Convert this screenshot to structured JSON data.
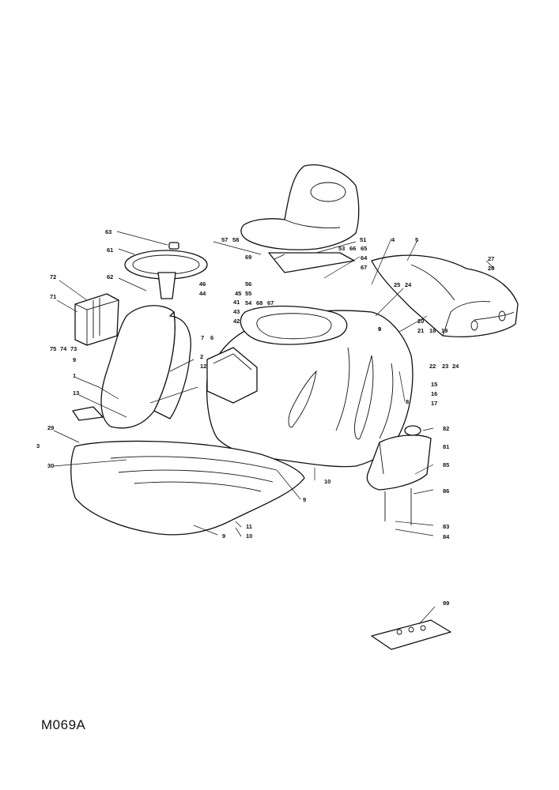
{
  "drawing_code": "M069A",
  "callouts": [
    {
      "id": "c63",
      "text": "63"
    },
    {
      "id": "c61",
      "text": "61"
    },
    {
      "id": "c62",
      "text": "62"
    },
    {
      "id": "c72",
      "text": "72"
    },
    {
      "id": "c71",
      "text": "71"
    },
    {
      "id": "c75",
      "text": "75"
    },
    {
      "id": "c74",
      "text": "74"
    },
    {
      "id": "c73",
      "text": "73"
    },
    {
      "id": "c9a",
      "text": "9"
    },
    {
      "id": "c1",
      "text": "1"
    },
    {
      "id": "c13",
      "text": "13"
    },
    {
      "id": "c29",
      "text": "29"
    },
    {
      "id": "c3",
      "text": "3"
    },
    {
      "id": "c30",
      "text": "30"
    },
    {
      "id": "c57",
      "text": "57"
    },
    {
      "id": "c58",
      "text": "58"
    },
    {
      "id": "c51",
      "text": "51"
    },
    {
      "id": "c53",
      "text": "53"
    },
    {
      "id": "c66",
      "text": "66"
    },
    {
      "id": "c65",
      "text": "65"
    },
    {
      "id": "c64",
      "text": "64"
    },
    {
      "id": "c67a",
      "text": "67"
    },
    {
      "id": "c69",
      "text": "69"
    },
    {
      "id": "c56",
      "text": "56"
    },
    {
      "id": "c55",
      "text": "55"
    },
    {
      "id": "c54",
      "text": "54"
    },
    {
      "id": "c68",
      "text": "68"
    },
    {
      "id": "c67b",
      "text": "67"
    },
    {
      "id": "c46",
      "text": "46"
    },
    {
      "id": "c44",
      "text": "44"
    },
    {
      "id": "c45",
      "text": "45"
    },
    {
      "id": "c41",
      "text": "41"
    },
    {
      "id": "c43",
      "text": "43"
    },
    {
      "id": "c42",
      "text": "42"
    },
    {
      "id": "c7",
      "text": "7"
    },
    {
      "id": "c6",
      "text": "6"
    },
    {
      "id": "c2",
      "text": "2"
    },
    {
      "id": "c12",
      "text": "12"
    },
    {
      "id": "c9b",
      "text": "9"
    },
    {
      "id": "c4",
      "text": "4"
    },
    {
      "id": "c5",
      "text": "5"
    },
    {
      "id": "c27",
      "text": "27"
    },
    {
      "id": "c28",
      "text": "28"
    },
    {
      "id": "c25",
      "text": "25"
    },
    {
      "id": "c24a",
      "text": "24"
    },
    {
      "id": "c9c",
      "text": "9"
    },
    {
      "id": "c20",
      "text": "20"
    },
    {
      "id": "c21",
      "text": "21"
    },
    {
      "id": "c18",
      "text": "18"
    },
    {
      "id": "c19",
      "text": "19"
    },
    {
      "id": "c22",
      "text": "22"
    },
    {
      "id": "c23",
      "text": "23"
    },
    {
      "id": "c24b",
      "text": "24"
    },
    {
      "id": "c15",
      "text": "15"
    },
    {
      "id": "c16",
      "text": "16"
    },
    {
      "id": "c17",
      "text": "17"
    },
    {
      "id": "c8",
      "text": "8"
    },
    {
      "id": "c82",
      "text": "82"
    },
    {
      "id": "c81",
      "text": "81"
    },
    {
      "id": "c85",
      "text": "85"
    },
    {
      "id": "c86",
      "text": "86"
    },
    {
      "id": "c83",
      "text": "83"
    },
    {
      "id": "c84",
      "text": "84"
    },
    {
      "id": "c10a",
      "text": "10"
    },
    {
      "id": "c9d",
      "text": "9"
    },
    {
      "id": "c11",
      "text": "11"
    },
    {
      "id": "c10b",
      "text": "10"
    },
    {
      "id": "c9e",
      "text": "9"
    },
    {
      "id": "c99",
      "text": "99"
    }
  ]
}
